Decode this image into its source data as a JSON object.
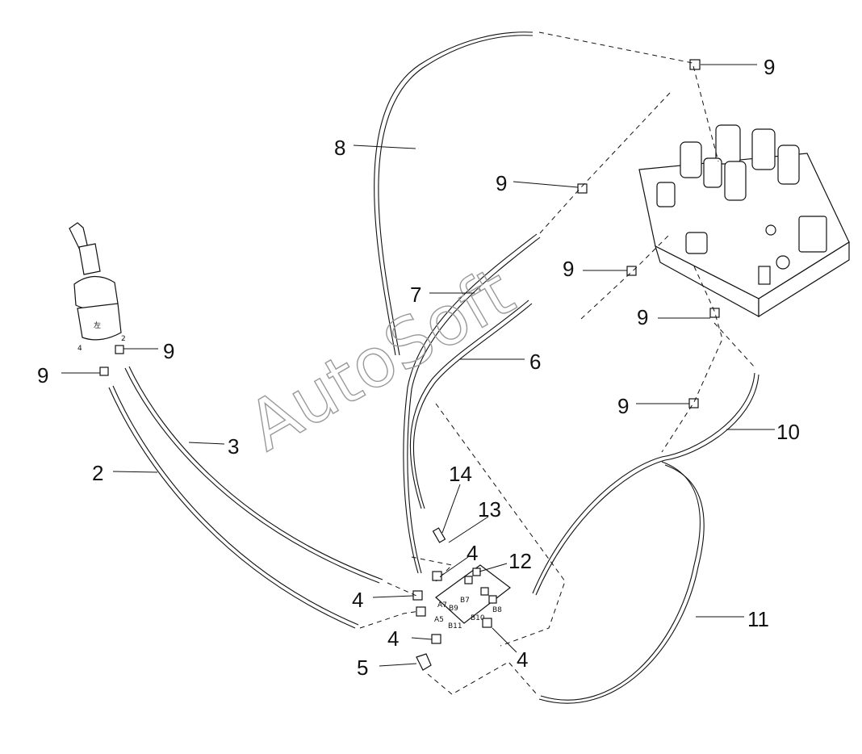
{
  "watermark": "AutoSoft",
  "callouts": {
    "c2": "2",
    "c3": "3",
    "c4a": "4",
    "c4b": "4",
    "c4c": "4",
    "c4d": "4",
    "c5": "5",
    "c6": "6",
    "c7": "7",
    "c8": "8",
    "c9a": "9",
    "c9b": "9",
    "c9c": "9",
    "c9d": "9",
    "c9e": "9",
    "c9f": "9",
    "c9g": "9",
    "c10": "10",
    "c11": "11",
    "c12": "12",
    "c13": "13",
    "c14": "14"
  },
  "joystick_labels": {
    "port4": "4",
    "port2": "2",
    "symbol": "左"
  },
  "block_ports": {
    "a7": "A7",
    "b9": "B9",
    "b7": "B7",
    "b8": "B8",
    "a5": "A5",
    "b11": "B11",
    "b10": "B10"
  }
}
